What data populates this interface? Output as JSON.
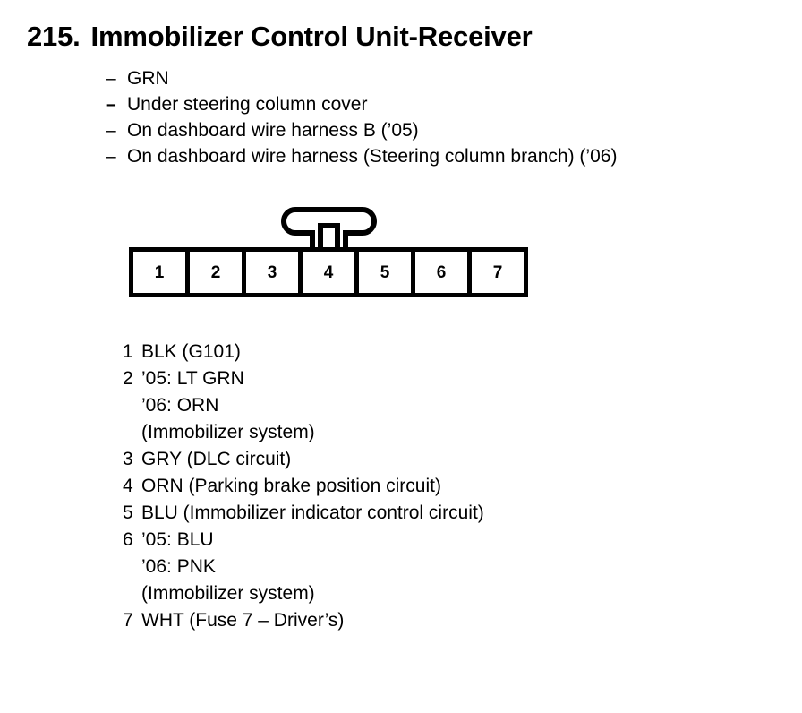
{
  "document": {
    "title_number": "215.",
    "title_text": "Immobilizer Control Unit-Receiver",
    "ink_color": "#000000",
    "background_color": "#ffffff"
  },
  "descriptors": {
    "dash_glyph": "–",
    "items": [
      {
        "text": "GRN"
      },
      {
        "text": "Under steering column cover"
      },
      {
        "text": "On dashboard wire harness B (’05)"
      },
      {
        "text": "On dashboard wire harness (Steering column branch) (’06)"
      }
    ]
  },
  "connector": {
    "pin_count": 7,
    "pins": [
      "1",
      "2",
      "3",
      "4",
      "5",
      "6",
      "7"
    ],
    "latch_shape": "stadium-tab"
  },
  "pin_legend": {
    "rows": [
      {
        "number": "1",
        "lines": [
          "BLK (G101)"
        ]
      },
      {
        "number": "2",
        "lines": [
          "’05: LT GRN",
          "’06: ORN",
          "(Immobilizer system)"
        ]
      },
      {
        "number": "3",
        "lines": [
          "GRY (DLC circuit)"
        ]
      },
      {
        "number": "4",
        "lines": [
          "ORN (Parking brake position circuit)"
        ]
      },
      {
        "number": "5",
        "lines": [
          "BLU (Immobilizer indicator control circuit)"
        ]
      },
      {
        "number": "6",
        "lines": [
          "’05: BLU",
          "’06: PNK",
          "(Immobilizer system)"
        ]
      },
      {
        "number": "7",
        "lines": [
          "WHT (Fuse 7 – Driver’s)"
        ]
      }
    ]
  }
}
